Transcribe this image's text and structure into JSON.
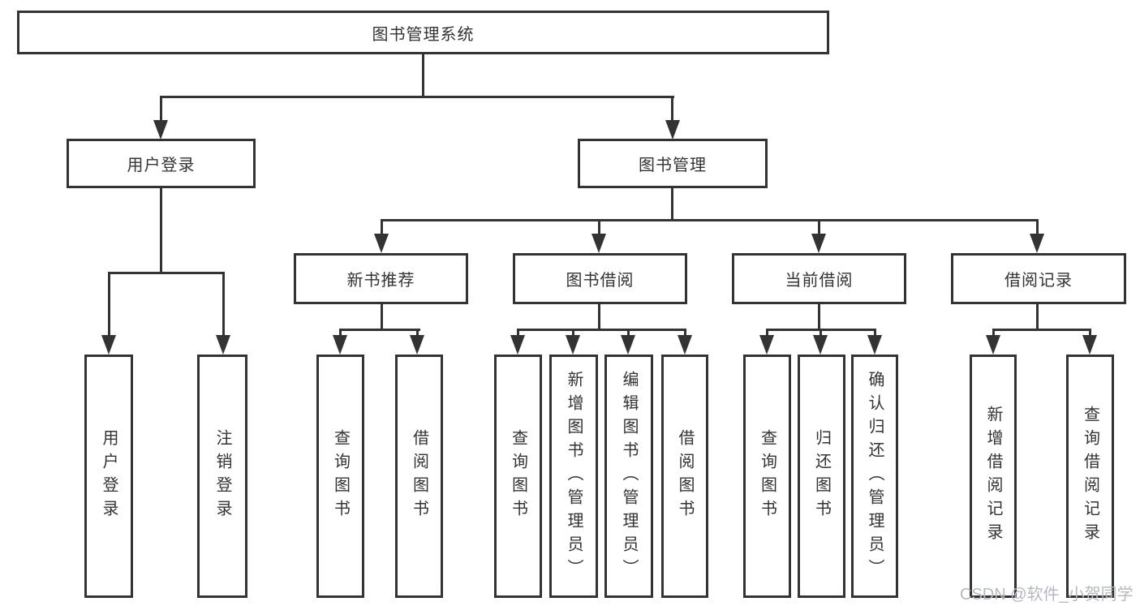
{
  "diagram": {
    "root": {
      "label": "图书管理系统"
    },
    "level2": [
      {
        "label": "用户登录"
      },
      {
        "label": "图书管理"
      }
    ],
    "level3": [
      {
        "label": "新书推荐"
      },
      {
        "label": "图书借阅"
      },
      {
        "label": "当前借阅"
      },
      {
        "label": "借阅记录"
      }
    ],
    "leaves": {
      "user_login": [
        {
          "label": "用户登录"
        },
        {
          "label": "注销登录"
        }
      ],
      "new_book_recommend": [
        {
          "label": "查询图书"
        },
        {
          "label": "借阅图书"
        }
      ],
      "book_borrow": [
        {
          "label": "查询图书"
        },
        {
          "label": "新增图书（管理员）"
        },
        {
          "label": "编辑图书（管理员）"
        },
        {
          "label": "借阅图书"
        }
      ],
      "current_borrow": [
        {
          "label": "查询图书"
        },
        {
          "label": "归还图书"
        },
        {
          "label": "确认归还（管理员）"
        }
      ],
      "borrow_records": [
        {
          "label": "新增借阅记录"
        },
        {
          "label": "查询借阅记录"
        }
      ]
    }
  },
  "watermark": "CSDN @软件_小贺同学",
  "colors": {
    "line": "#333333",
    "text": "#333333",
    "watermark": "#b4b9c2",
    "background": "#ffffff"
  }
}
